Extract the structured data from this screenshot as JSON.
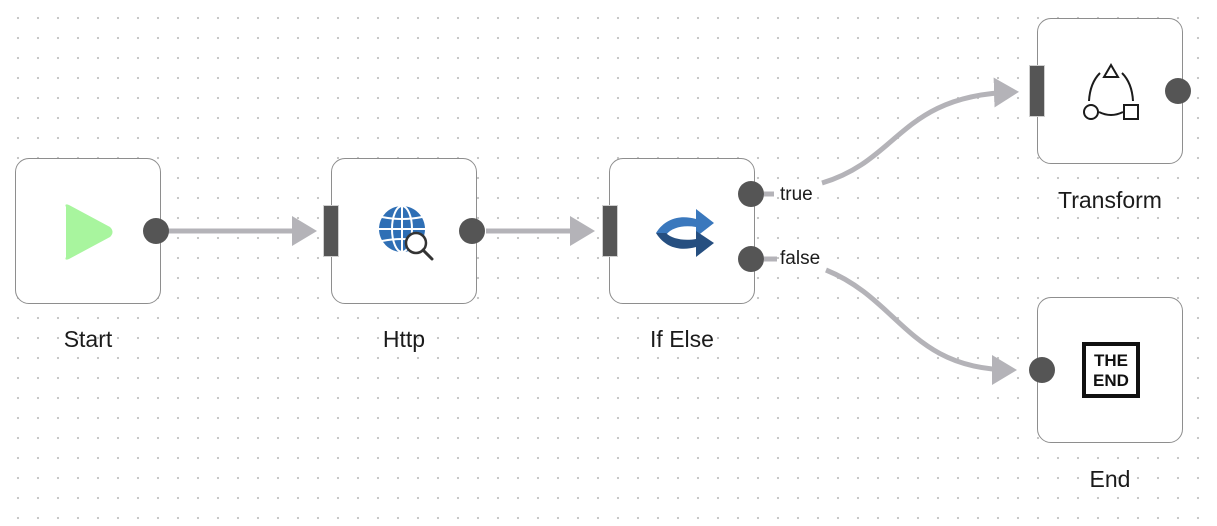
{
  "nodes": {
    "start": {
      "label": "Start",
      "icon": "play-icon"
    },
    "http": {
      "label": "Http",
      "icon": "globe-search-icon"
    },
    "if_else": {
      "label": "If Else",
      "icon": "branch-arrows-icon"
    },
    "transform": {
      "label": "Transform",
      "icon": "shapes-transform-icon"
    },
    "end": {
      "label": "End",
      "icon": "the-end-icon",
      "icon_text": [
        "THE",
        "END"
      ]
    }
  },
  "branches": {
    "true_label": "true",
    "false_label": "false"
  },
  "colors": {
    "edge": "#b4b3b8",
    "port": "#555555",
    "node_border": "#8e8e8e",
    "play": "#a8f59e",
    "globe": "#2f6fb5",
    "branch": "#3a78bd"
  }
}
